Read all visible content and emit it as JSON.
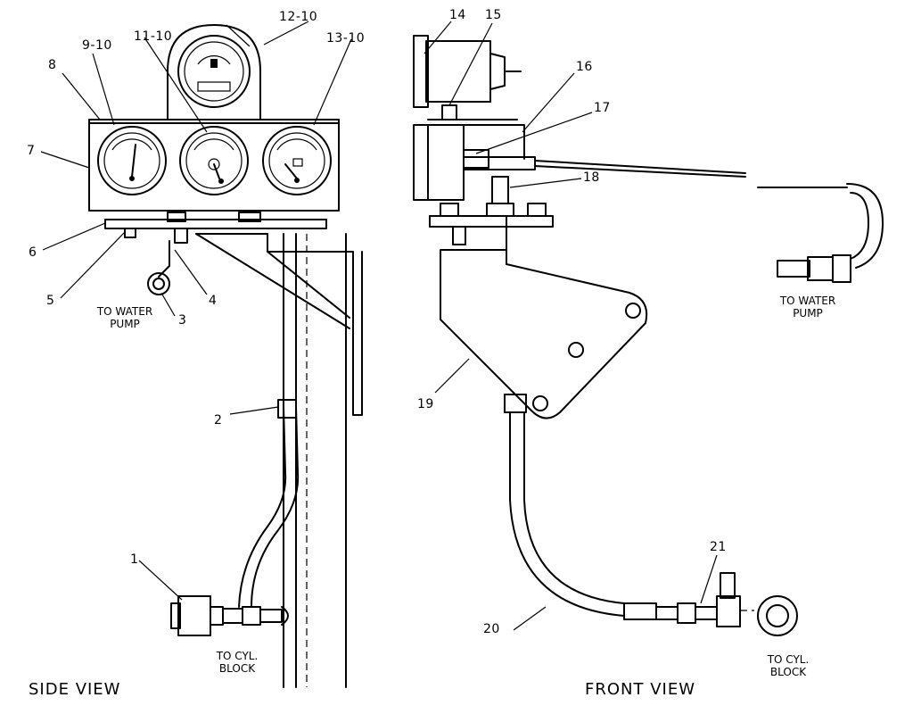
{
  "views": {
    "side": "SIDE VIEW",
    "front": "FRONT VIEW"
  },
  "notes": {
    "side_water_pump": [
      "TO WATER",
      "PUMP"
    ],
    "side_cyl_block": [
      "TO CYL.",
      "BLOCK"
    ],
    "front_water_pump": [
      "TO WATER",
      "PUMP"
    ],
    "front_cyl_block": [
      "TO CYL.",
      "BLOCK"
    ]
  },
  "callouts": {
    "c1": "1",
    "c2": "2",
    "c3": "3",
    "c4": "4",
    "c5": "5",
    "c6": "6",
    "c7": "7",
    "c8": "8",
    "c9": "9-10",
    "c11": "11-10",
    "c12": "12-10",
    "c13": "13-10",
    "c14": "14",
    "c15": "15",
    "c16": "16",
    "c17": "17",
    "c18": "18",
    "c19": "19",
    "c20": "20",
    "c21": "21"
  }
}
